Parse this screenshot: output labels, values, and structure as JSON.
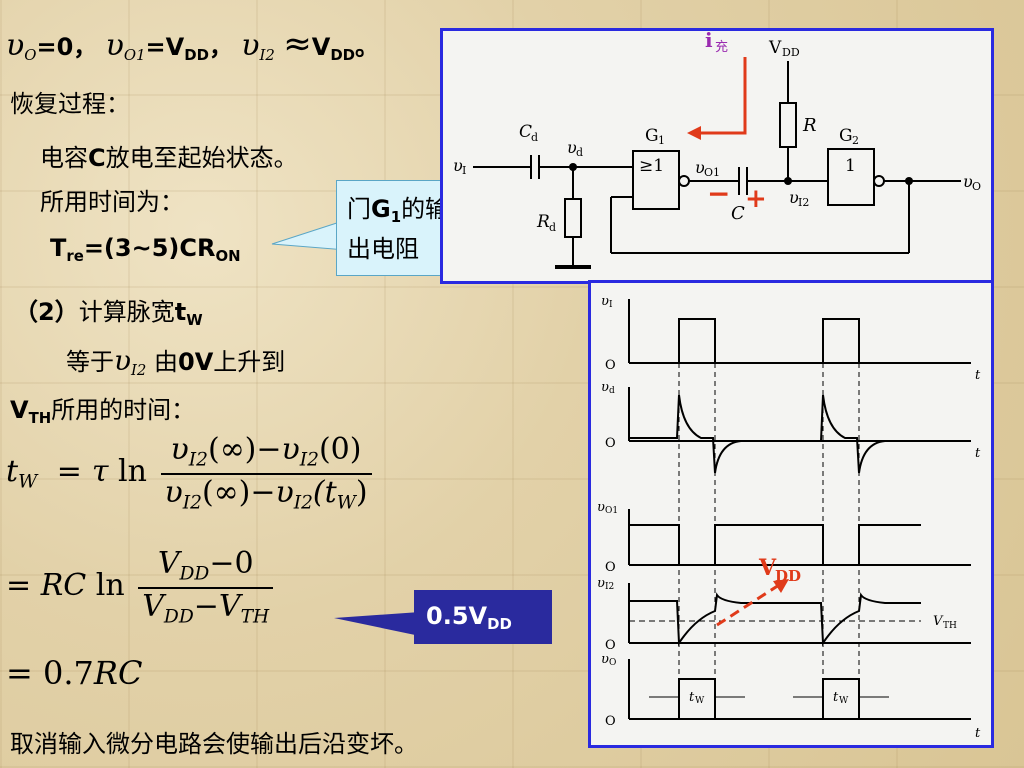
{
  "top_line": {
    "v": "υ",
    "sub_O": "O",
    "eq_zero": "=0，",
    "sub_O1": "O1",
    "eq_vdd": "=V",
    "dd": "DD",
    "comma": "，",
    "sub_I2": "I2",
    "approx": "≈",
    "vdd_v": "V",
    "vdd_dd": "DD",
    "period": "。"
  },
  "recovery": {
    "heading": "恢复过程：",
    "line1_a": "电容",
    "line1_b": "C",
    "line1_c": "放电至起始状态。",
    "line2": "所用时间为：",
    "tre_T": "T",
    "tre_sub": "re",
    "tre_mid": "=(3~5)CR",
    "tre_on": "ON"
  },
  "callout1": {
    "a": "门",
    "g": "G",
    "g_sub": "1",
    "b": "的输",
    "line2": "出电阻"
  },
  "section2": {
    "num": "（2）",
    "text": "计算脉宽",
    "t": "t",
    "w": "W"
  },
  "rise": {
    "a": "等于",
    "v": "υ",
    "sub": "I2",
    "b": "由",
    "zero": "0V",
    "c": "上升到",
    "vth_v": "V",
    "vth_sub": "TH",
    "d": "所用的时间："
  },
  "formula1": {
    "lhs_t": "t",
    "lhs_w": "W",
    "eq": "=",
    "tau": "τ",
    "ln": "ln",
    "num_v1": "υ",
    "num_s1": "I2",
    "num_a1": "(∞)",
    "minus": "−",
    "num_v2": "υ",
    "num_s2": "I2",
    "num_a2": "(0)",
    "den_v1": "υ",
    "den_s1": "I2",
    "den_a1": "(∞)",
    "den_v2": "υ",
    "den_s2": "I2",
    "den_a2": "(t",
    "den_a2_sub": "W",
    "den_a2_close": ")"
  },
  "formula2": {
    "eq": "=",
    "rc": "RC",
    "ln": "ln",
    "num_v": "V",
    "num_dd": "DD",
    "num_rest": "−0",
    "den_v": "V",
    "den_dd": "DD",
    "den_minus": "−",
    "den_v2": "V",
    "den_th": "TH"
  },
  "formula3": {
    "eq": "=",
    "val": "0.7",
    "rc": "RC"
  },
  "callout2": {
    "v": "0.5V",
    "sub": "DD"
  },
  "bottom": {
    "text": "取消输入微分电路会使输出后沿变坏。"
  },
  "circuit": {
    "i_label": "i",
    "i_sub": "充",
    "vdd": "V",
    "vdd_sub": "DD",
    "r": "R",
    "g1": "G",
    "g1_sub": "1",
    "g2": "G",
    "g2_sub": "2",
    "cd": "C",
    "cd_sub": "d",
    "vd": "υ",
    "vd_sub": "d",
    "rd": "R",
    "rd_sub": "d",
    "vi": "υ",
    "vi_sub": "I",
    "vo1": "υ",
    "vo1_sub": "O1",
    "vi2": "υ",
    "vi2_sub": "I2",
    "vo": "υ",
    "vo_sub": "O",
    "c": "C",
    "minus": "−",
    "plus": "+",
    "gate_sym": "≥1",
    "gate2_sym": "1"
  },
  "waveforms": {
    "vi": "υ",
    "vi_sub": "I",
    "vd": "υ",
    "vd_sub": "d",
    "vo1": "υ",
    "vo1_sub": "O1",
    "vi2": "υ",
    "vi2_sub": "I2",
    "vo": "υ",
    "vo_sub": "O",
    "o": "O",
    "t": "t",
    "vth": "V",
    "vth_sub": "TH",
    "tw": "t",
    "tw_sub": "W",
    "vdd_v": "V",
    "vdd_sub": "DD"
  },
  "colors": {
    "panel_border": "#2a2ae0",
    "accent_red": "#e03a1a",
    "callout_fill": "#d9f3fb",
    "box_fill": "#2a2a9e"
  }
}
